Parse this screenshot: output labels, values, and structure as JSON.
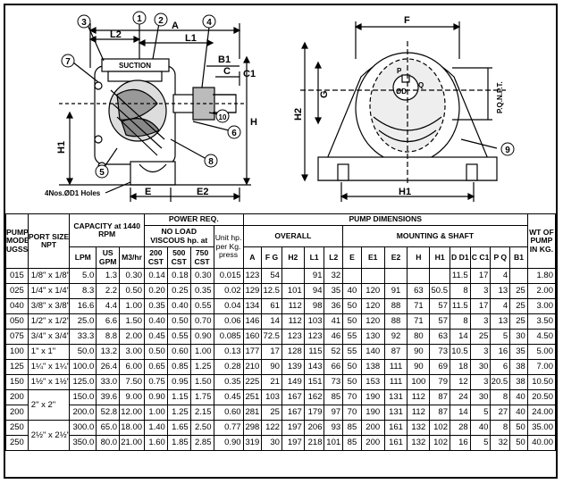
{
  "drawing_labels": {
    "callouts": [
      "3",
      "1",
      "2",
      "4",
      "7",
      "10",
      "6",
      "8",
      "5",
      "9"
    ],
    "suction": "SUCTION",
    "holes_note": "4Nos.ØD1 Holes",
    "front": {
      "A": "A",
      "L2": "L2",
      "L1": "L1",
      "B1": "B1",
      "C": "C",
      "C1": "C1",
      "H": "H",
      "H1": "H1",
      "E": "E",
      "E2": "E2"
    },
    "end": {
      "F": "F",
      "P": "P",
      "OD": "ØD",
      "Q": "Q",
      "G": "G",
      "H2": "H2",
      "PQNPT": "P.Q.N.P.T.",
      "H1": "H1"
    }
  },
  "table": {
    "headers": {
      "pump_model": "PUMP MODEL UGSS",
      "port_size": "PORT SIZE NPT",
      "capacity": "CAPACITY at 1440 RPM",
      "power_req": "POWER REQ.",
      "no_load": "NO LOAD VISCOUS hp. at",
      "unit": "Unit hp. per Kg. press",
      "pump_dimensions": "PUMP DIMENSIONS",
      "overall": "OVERALL",
      "mounting": "MOUNTING & SHAFT",
      "wt": "WT OF PUMP IN KG.",
      "cap_cols": [
        "LPM",
        "US GPM",
        "M3/hr"
      ],
      "visc_cols": [
        "200 CST",
        "500 CST",
        "750 CST"
      ],
      "overall_cols": [
        "A",
        "F G",
        "H2",
        "L1",
        "L2"
      ],
      "mount_cols": [
        "E",
        "E1",
        "E2",
        "H",
        "H1",
        "D D1",
        "C C1",
        "P Q",
        "B1"
      ]
    },
    "rows": [
      {
        "model": "015",
        "port": "1/8\" x 1/8\"",
        "lpm": "5.0",
        "gpm": "1.3",
        "m3": "0.30",
        "c200": "0.14",
        "c500": "0.18",
        "c750": "0.30",
        "unit": "0.015",
        "A": "123",
        "G": "54",
        "H2": "",
        "L1": "91",
        "L2": "32",
        "E": "",
        "E1": "",
        "E2": "",
        "H": "",
        "H1": "",
        "D1": "11.5",
        "C1": "17",
        "Q": "4",
        "B1": "",
        "wt": "1.80"
      },
      {
        "model": "025",
        "port": "1/4\" x 1/4\"",
        "lpm": "8.3",
        "gpm": "2.2",
        "m3": "0.50",
        "c200": "0.20",
        "c500": "0.25",
        "c750": "0.35",
        "unit": "0.02",
        "A": "129",
        "G": "12.5",
        "H2": "101",
        "L1": "94",
        "L2": "35",
        "E": "40",
        "E1": "120",
        "E2": "91",
        "H": "63",
        "H1": "50.5",
        "D1": "8",
        "C1": "3",
        "Q": "13",
        "B1": "25",
        "wt": "2.00"
      },
      {
        "model": "040",
        "port": "3/8\" x 3/8\"",
        "lpm": "16.6",
        "gpm": "4.4",
        "m3": "1.00",
        "c200": "0.35",
        "c500": "0.40",
        "c750": "0.55",
        "unit": "0.04",
        "A": "134",
        "G": "61",
        "H2": "112",
        "L1": "98",
        "L2": "36",
        "E": "50",
        "E1": "120",
        "E2": "88",
        "H": "71",
        "H1": "57",
        "D1": "11.5",
        "C1": "17",
        "Q": "4",
        "B1": "25",
        "wt": "3.00"
      },
      {
        "model": "050",
        "port": "1/2\" x 1/2\"",
        "lpm": "25.0",
        "gpm": "6.6",
        "m3": "1.50",
        "c200": "0.40",
        "c500": "0.50",
        "c750": "0.70",
        "unit": "0.06",
        "A": "146",
        "G": "14",
        "H2": "112",
        "L1": "103",
        "L2": "41",
        "E": "50",
        "E1": "120",
        "E2": "88",
        "H": "71",
        "H1": "57",
        "D1": "8",
        "C1": "3",
        "Q": "13",
        "B1": "25",
        "wt": "3.50"
      },
      {
        "model": "075",
        "port": "3/4\" x 3/4\"",
        "lpm": "33.3",
        "gpm": "8.8",
        "m3": "2.00",
        "c200": "0.45",
        "c500": "0.55",
        "c750": "0.90",
        "unit": "0.085",
        "A": "160",
        "G": "72.5",
        "H2": "123",
        "L1": "123",
        "L2": "46",
        "E": "55",
        "E1": "130",
        "E2": "92",
        "H": "80",
        "H1": "63",
        "D1": "14",
        "C1": "25",
        "Q": "5",
        "B1": "30",
        "wt": "4.50"
      },
      {
        "model": "100",
        "port": "1\" x 1\"",
        "lpm": "50.0",
        "gpm": "13.2",
        "m3": "3.00",
        "c200": "0.50",
        "c500": "0.60",
        "c750": "1.00",
        "unit": "0.13",
        "A": "177",
        "G": "17",
        "H2": "128",
        "L1": "115",
        "L2": "52",
        "E": "55",
        "E1": "140",
        "E2": "87",
        "H": "90",
        "H1": "73",
        "D1": "10.5",
        "C1": "3",
        "Q": "16",
        "B1": "35",
        "wt": "5.00"
      },
      {
        "model": "125",
        "port": "1¼\" x 1¼\"",
        "lpm": "100.0",
        "gpm": "26.4",
        "m3": "6.00",
        "c200": "0.65",
        "c500": "0.85",
        "c750": "1.25",
        "unit": "0.28",
        "A": "210",
        "G": "90",
        "H2": "139",
        "L1": "143",
        "L2": "66",
        "E": "50",
        "E1": "138",
        "E2": "111",
        "H": "90",
        "H1": "69",
        "D1": "18",
        "C1": "30",
        "Q": "6",
        "B1": "38",
        "wt": "7.00"
      },
      {
        "model": "150",
        "port": "1½\" x 1½\"",
        "lpm": "125.0",
        "gpm": "33.0",
        "m3": "7.50",
        "c200": "0.75",
        "c500": "0.95",
        "c750": "1.50",
        "unit": "0.35",
        "A": "225",
        "G": "21",
        "H2": "149",
        "L1": "151",
        "L2": "73",
        "E": "50",
        "E1": "153",
        "E2": "111",
        "H": "100",
        "H1": "79",
        "D1": "12",
        "C1": "3",
        "Q": "20.5",
        "B1": "38",
        "wt": "10.50"
      },
      {
        "model": "200",
        "port": "2\" x 2\"",
        "lpm": "150.0",
        "gpm": "39.6",
        "m3": "9.00",
        "c200": "0.90",
        "c500": "1.15",
        "c750": "1.75",
        "unit": "0.45",
        "A": "251",
        "G": "103",
        "H2": "167",
        "L1": "162",
        "L2": "85",
        "E": "70",
        "E1": "190",
        "E2": "131",
        "H": "112",
        "H1": "87",
        "D1": "24",
        "C1": "30",
        "Q": "8",
        "B1": "40",
        "wt": "20.50"
      },
      {
        "model": "200",
        "port": "",
        "lpm": "200.0",
        "gpm": "52.8",
        "m3": "12.00",
        "c200": "1.00",
        "c500": "1.25",
        "c750": "2.15",
        "unit": "0.60",
        "A": "281",
        "G": "25",
        "H2": "167",
        "L1": "179",
        "L2": "97",
        "E": "70",
        "E1": "190",
        "E2": "131",
        "H": "112",
        "H1": "87",
        "D1": "14",
        "C1": "5",
        "Q": "27",
        "B1": "40",
        "wt": "24.00"
      },
      {
        "model": "250",
        "port": "2½\" x 2½\"",
        "lpm": "300.0",
        "gpm": "65.0",
        "m3": "18.00",
        "c200": "1.40",
        "c500": "1.65",
        "c750": "2.50",
        "unit": "0.77",
        "A": "298",
        "G": "122",
        "H2": "197",
        "L1": "206",
        "L2": "93",
        "E": "85",
        "E1": "200",
        "E2": "161",
        "H": "132",
        "H1": "102",
        "D1": "28",
        "C1": "40",
        "Q": "8",
        "B1": "50",
        "wt": "35.00"
      },
      {
        "model": "250",
        "port": "",
        "lpm": "350.0",
        "gpm": "80.0",
        "m3": "21.00",
        "c200": "1.60",
        "c500": "1.85",
        "c750": "2.85",
        "unit": "0.90",
        "A": "319",
        "G": "30",
        "H2": "197",
        "L1": "218",
        "L2": "101",
        "E": "85",
        "E1": "200",
        "E2": "161",
        "H": "132",
        "H1": "102",
        "D1": "16",
        "C1": "5",
        "Q": "32",
        "B1": "50",
        "wt": "40.00"
      }
    ]
  }
}
